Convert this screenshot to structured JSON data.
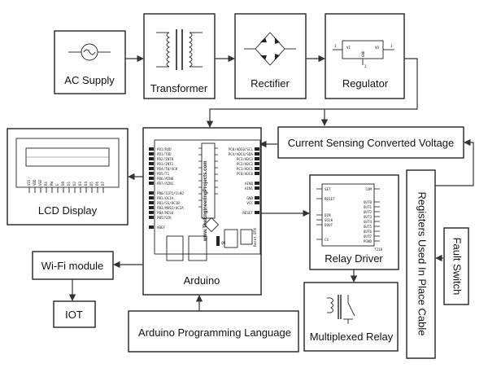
{
  "blocks": {
    "ac_supply": "AC Supply",
    "transformer": "Transformer",
    "rectifier": "Rectifier",
    "regulator": "Regulator",
    "current_sensing": "Current Sensing Converted Voltage",
    "lcd": "LCD Display",
    "arduino": "Arduino",
    "relay_driver": "Relay Driver",
    "registers": "Registers Used In Place Cable",
    "fault_switch": "Fault Switch",
    "wifi": "Wi-Fi module",
    "iot": "IOT",
    "programming": "Arduino Programming Language",
    "multiplexed_relay": "Multiplexed Relay"
  },
  "regulator_pins": {
    "vi": "VI",
    "vo": "VO",
    "gnd": "GND",
    "p1": "1",
    "p3": "3",
    "p2": "2"
  },
  "arduino_board": {
    "website": "www.TheEngineeringProjects.com",
    "pins_left": [
      "PD1/RXD",
      "PD1/TXD",
      "PD2/INT0",
      "PD3/INT1",
      "PD4/T0/XCK",
      "PD5/T1",
      "PD6/AIN0",
      "PD7/AIN1",
      "PB0/ICP1/CLKO",
      "PB1/OC1A",
      "PB2/SS/OC1B",
      "PB3/MOSI/OC2A",
      "PB4/MISO",
      "PB5/SCK",
      "AREF"
    ],
    "pins_right": [
      "PC0/ADC0/SCL",
      "PC4/ADC4/SDA",
      "PC3/ADC3",
      "PC2/ADC2",
      "PC1/ADC1",
      "PC0/ADC0",
      "AIN0",
      "AIN1",
      "GND",
      "VCC",
      "RESET"
    ],
    "reset_label": "Reset BTN",
    "on_label": "ON"
  },
  "lcd_pins": [
    "VSS",
    "VDD",
    "VEE",
    "RS",
    "RW",
    "E",
    "D0",
    "D1",
    "D2",
    "D3",
    "D4",
    "D5",
    "D6",
    "D7"
  ],
  "relay_driver_pins": {
    "left": [
      "SET",
      "RESET",
      "DIN",
      "SCLK",
      "DOUT",
      "CS"
    ],
    "right": [
      "COM",
      "OUT0",
      "OUT1",
      "OUT2",
      "OUT3",
      "OUT4",
      "OUT5",
      "OUT6",
      "OUT7",
      "PGND"
    ],
    "part": "7218"
  }
}
